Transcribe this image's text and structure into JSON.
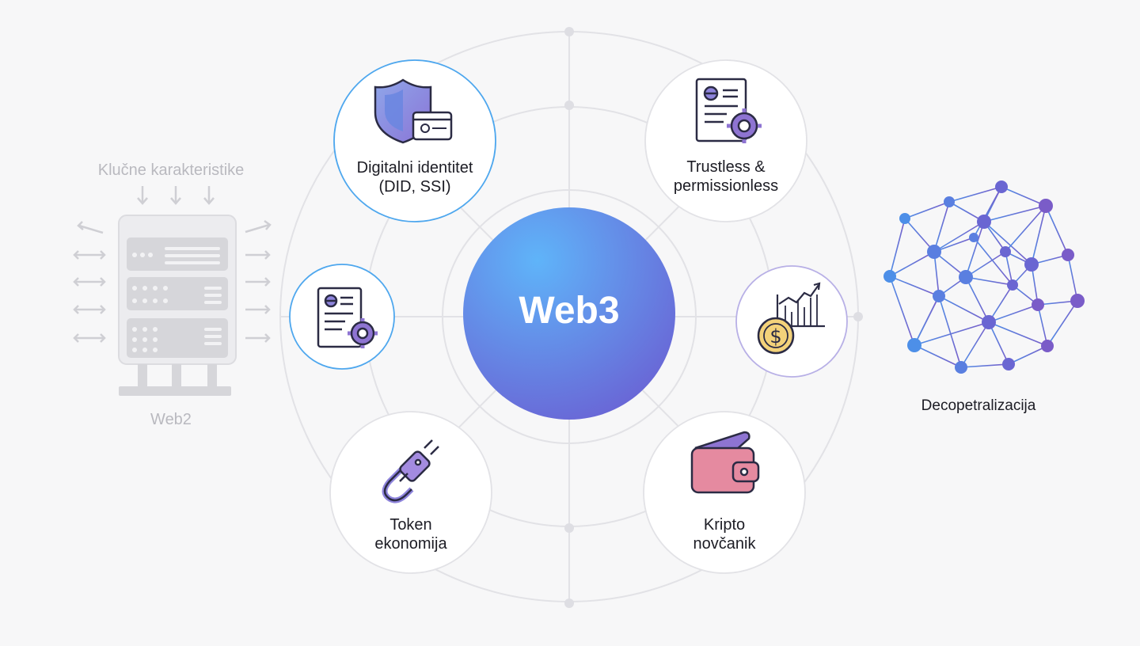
{
  "hub": {
    "title": "Web3"
  },
  "features": [
    {
      "id": "digital-identity",
      "label": "Digitalni identitet\n(DID, SSI)",
      "icon": "shield-id-card-icon"
    },
    {
      "id": "trustless",
      "label": "Trustless &\npermissionless",
      "icon": "document-gear-icon"
    },
    {
      "id": "smart-contracts",
      "label": "",
      "icon": "document-gear-icon"
    },
    {
      "id": "defi",
      "label": "",
      "icon": "coin-chart-icon"
    },
    {
      "id": "token-economy",
      "label": "Token\nekonomija",
      "icon": "chain-plug-icon"
    },
    {
      "id": "crypto-wallet",
      "label": "Kripto\nnovčanik",
      "icon": "wallet-icon"
    }
  ],
  "web2": {
    "heading": "Klučne karakteristike",
    "caption": "Web2",
    "icon": "server-rack-icon"
  },
  "network": {
    "caption": "Decopetralizacija",
    "icon": "network-mesh-icon"
  },
  "colors": {
    "hub_gradient_start": "#5fb4f9",
    "hub_gradient_end": "#6a62d4",
    "accent_blue": "#4d8fe8",
    "accent_purple": "#7a5cc8",
    "ring": "#e2e2e6",
    "muted": "#b9b9bf",
    "wallet_pink": "#e58aa0",
    "coin_gold": "#f3d27a"
  }
}
